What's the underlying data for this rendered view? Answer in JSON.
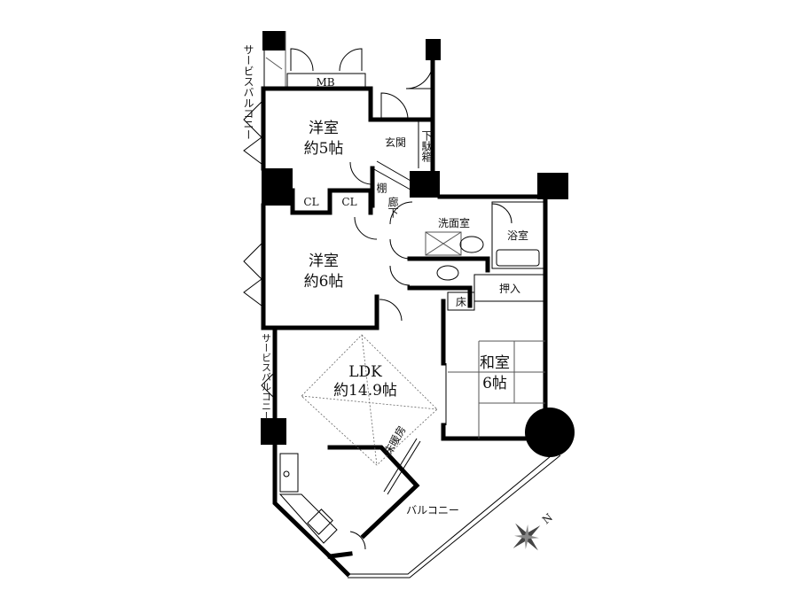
{
  "rooms": {
    "western5": {
      "name": "洋室",
      "size": "約5帖"
    },
    "western6": {
      "name": "洋室",
      "size": "約6帖"
    },
    "ldk": {
      "name": "LDK",
      "size": "約14.9帖"
    },
    "japanese": {
      "name": "和室",
      "size": "6帖"
    },
    "entrance": "玄関",
    "shoe_box": "下駄箱",
    "shelf": "棚",
    "hallway": "廊下",
    "washroom": "洗面室",
    "bathroom": "浴室",
    "closet_oshiire": "押入",
    "tokonoma": "床",
    "mb": "MB",
    "cl1": "CL",
    "cl2": "CL",
    "service_balcony_top": "サービスバルコニー",
    "service_balcony_left": "サービスバルコニー",
    "balcony": "バルコニー",
    "floor_heating": "床暖房"
  },
  "compass": {
    "north_label": "N"
  }
}
